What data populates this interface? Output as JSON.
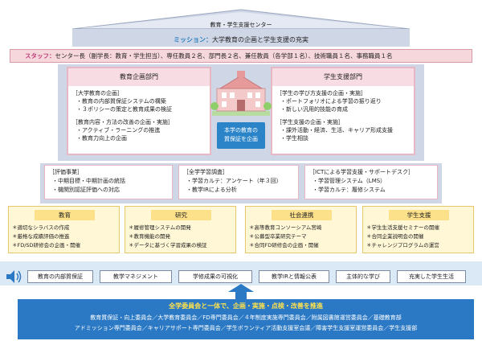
{
  "header": {
    "title": "教育・学生支援センター",
    "mission_label": "ミッション：",
    "mission_text": "大学教育の企画と学生支援の充実",
    "staff_label": "スタッフ：",
    "staff_text": "センター長（副学長：教育・学生担当）、専任教員２名、部門長２名、兼任教員（各学部１名）、技術職員１名、事務職員１名"
  },
  "depts": {
    "left": {
      "title": "教育企画部門",
      "g1_head": "［大学教育の企画］",
      "g1_items": [
        "・教育の内部質保証システムの構築",
        "・３ポリシーの策定と教育成果の検証"
      ],
      "g2_head": "［教育内容・方法の改善の企画・実施］",
      "g2_items": [
        "・アクティブ・ラーニングの推進",
        "・教育力向上の企画"
      ]
    },
    "right": {
      "title": "学生支援部門",
      "g1_head": "［学生の学び方支援の企画・実施］",
      "g1_items": [
        "・ポートフォリオによる学習の振り返り",
        "・新しい汎用的技能の育成"
      ],
      "g2_head": "［学生支援の企画・実施］",
      "g2_items": [
        "・課外活動・経済、生活、キャリア形成支援",
        "・学生相談"
      ]
    },
    "center": [
      "本学の教育の",
      "質保証を企画"
    ]
  },
  "middle": {
    "eval": {
      "head": "［評価事業］",
      "items": [
        "・中期目標・中期計画の統括",
        "・機関別認証評価への対応"
      ]
    },
    "survey": {
      "head": "［全学学習調査］",
      "items": [
        "・学習カルテ：アンケート（年３回）",
        "・教学IRによる分析"
      ]
    },
    "ict": {
      "head": "［ICTによる学習支援・サポートデスク］",
      "items": [
        "・学習管理システム（LMS）",
        "・学習カルテ：履修システム"
      ]
    }
  },
  "functions": [
    {
      "title": "教育",
      "items": [
        "＊適切なシラバスの作成",
        "＊厳格な成績評価の推進",
        "＊FD/SD研修会の企画・開催"
      ]
    },
    {
      "title": "研究",
      "items": [
        "＊履修管理システムの開発",
        "＊教育機能の開発",
        "＊データに基づく学習成果の検証"
      ]
    },
    {
      "title": "社会連携",
      "items": [
        "＊高等教育コンソーシアム宮崎",
        "＊公募型卒業研究テーマ",
        "＊合同FD研修会の企画・開催"
      ]
    },
    {
      "title": "学生支援",
      "items": [
        "＊学生生活支援セミナーの開催",
        "＊合同企業説明会の開催",
        "＊チャレンジプログラムの運営"
      ]
    }
  ],
  "outcomes": [
    "教育の内部質保証",
    "教学マネジメント",
    "学修成果の可視化",
    "教学IRと情報公表",
    "主体的な学び",
    "充実した学生生活"
  ],
  "committee": {
    "head": "全学委員会と一体で、企画・実施・点検・改善を推進",
    "line1": "教育質保証・向上委員会／大学教育委員会／FD専門委員会／４年制度実施専門委員会／附属図書館運営委員会／基礎教育部",
    "line2": "アドミッション専門委員会／キャリアサポート専門委員会／学生ボランティア活動支援室会議／障害学生支援室運営委員会／学生支援部"
  }
}
